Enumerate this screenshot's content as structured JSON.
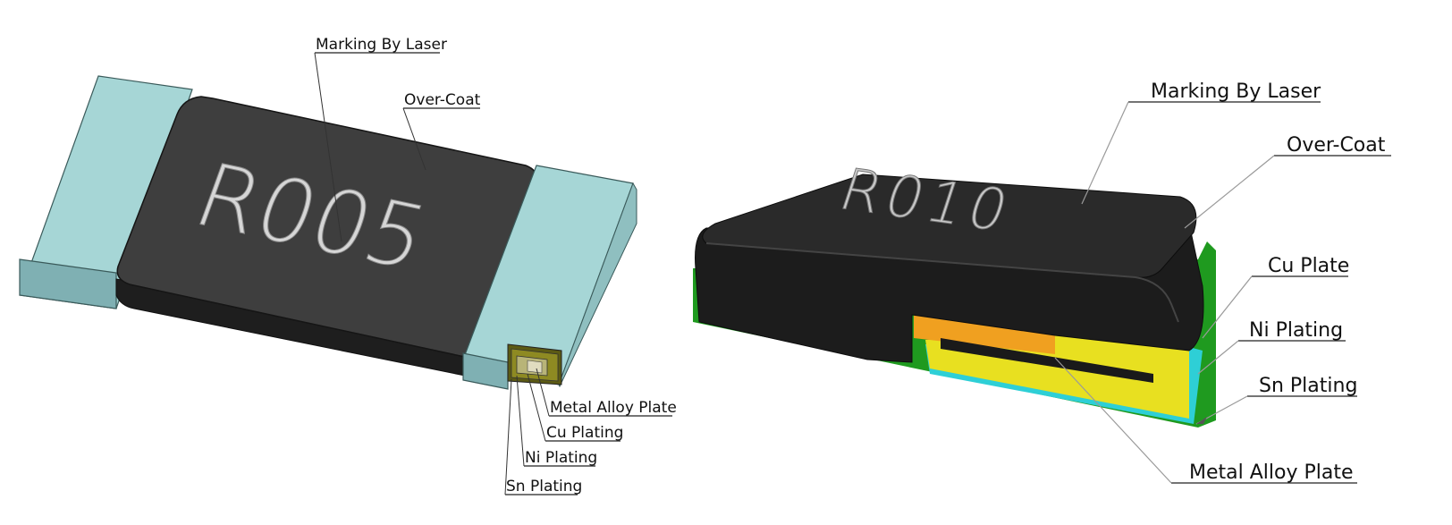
{
  "left_diagram": {
    "marking_text": "R005",
    "labels": {
      "marking": "Marking By Laser",
      "overcoat": "Over-Coat",
      "metal_alloy": "Metal Alloy Plate",
      "cu": "Cu Plating",
      "ni": "Ni Plating",
      "sn": "Sn Plating"
    }
  },
  "right_diagram": {
    "marking_text": "R010",
    "labels": {
      "marking": "Marking By Laser",
      "overcoat": "Over-Coat",
      "cu": "Cu Plate",
      "ni": "Ni Plating",
      "sn": "Sn Plating",
      "metal_alloy": "Metal Alloy Plate"
    }
  },
  "colors": {
    "terminal_top": "#a8d8d8",
    "terminal_side": "#7fb0b3",
    "body_top": "#3d3d3d",
    "body_side": "#202020",
    "marking": "#d4d4d4",
    "cu_layer": "#f0a020",
    "alloy_layer": "#e8e020",
    "ni_layer": "#2ecfd6",
    "sn_layer": "#1f9a1f"
  }
}
